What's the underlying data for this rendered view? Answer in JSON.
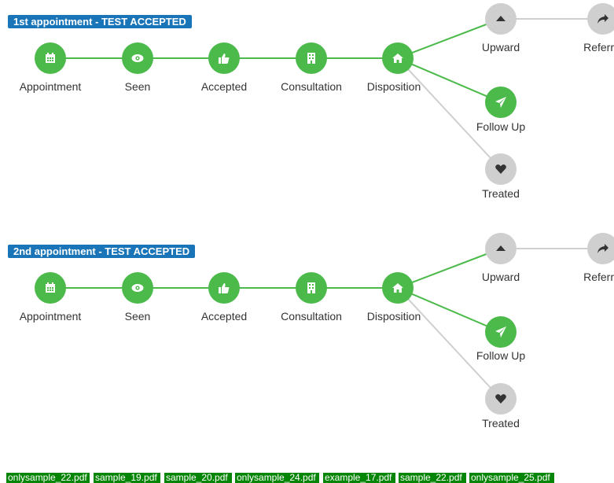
{
  "appointments": [
    {
      "title": "1st appointment - TEST ACCEPTED",
      "steps": [
        "Appointment",
        "Seen",
        "Accepted",
        "Consultation",
        "Disposition"
      ],
      "branches": [
        "Upward",
        "Follow Up",
        "Treated"
      ],
      "extra": "Referral"
    },
    {
      "title": "2nd appointment - TEST ACCEPTED",
      "steps": [
        "Appointment",
        "Seen",
        "Accepted",
        "Consultation",
        "Disposition"
      ],
      "branches": [
        "Upward",
        "Follow Up",
        "Treated"
      ],
      "extra": "Referral"
    }
  ],
  "attachments": [
    "onlysample_22.pdf",
    "sample_19.pdf",
    "sample_20.pdf",
    "onlysample_24.pdf",
    "example_17.pdf",
    "sample_22.pdf",
    "onlysample_25.pdf"
  ],
  "colors": {
    "done": "#4cba4a",
    "pending": "#cfcfcf",
    "badge": "#1a75b8",
    "attachment": "#058505"
  }
}
